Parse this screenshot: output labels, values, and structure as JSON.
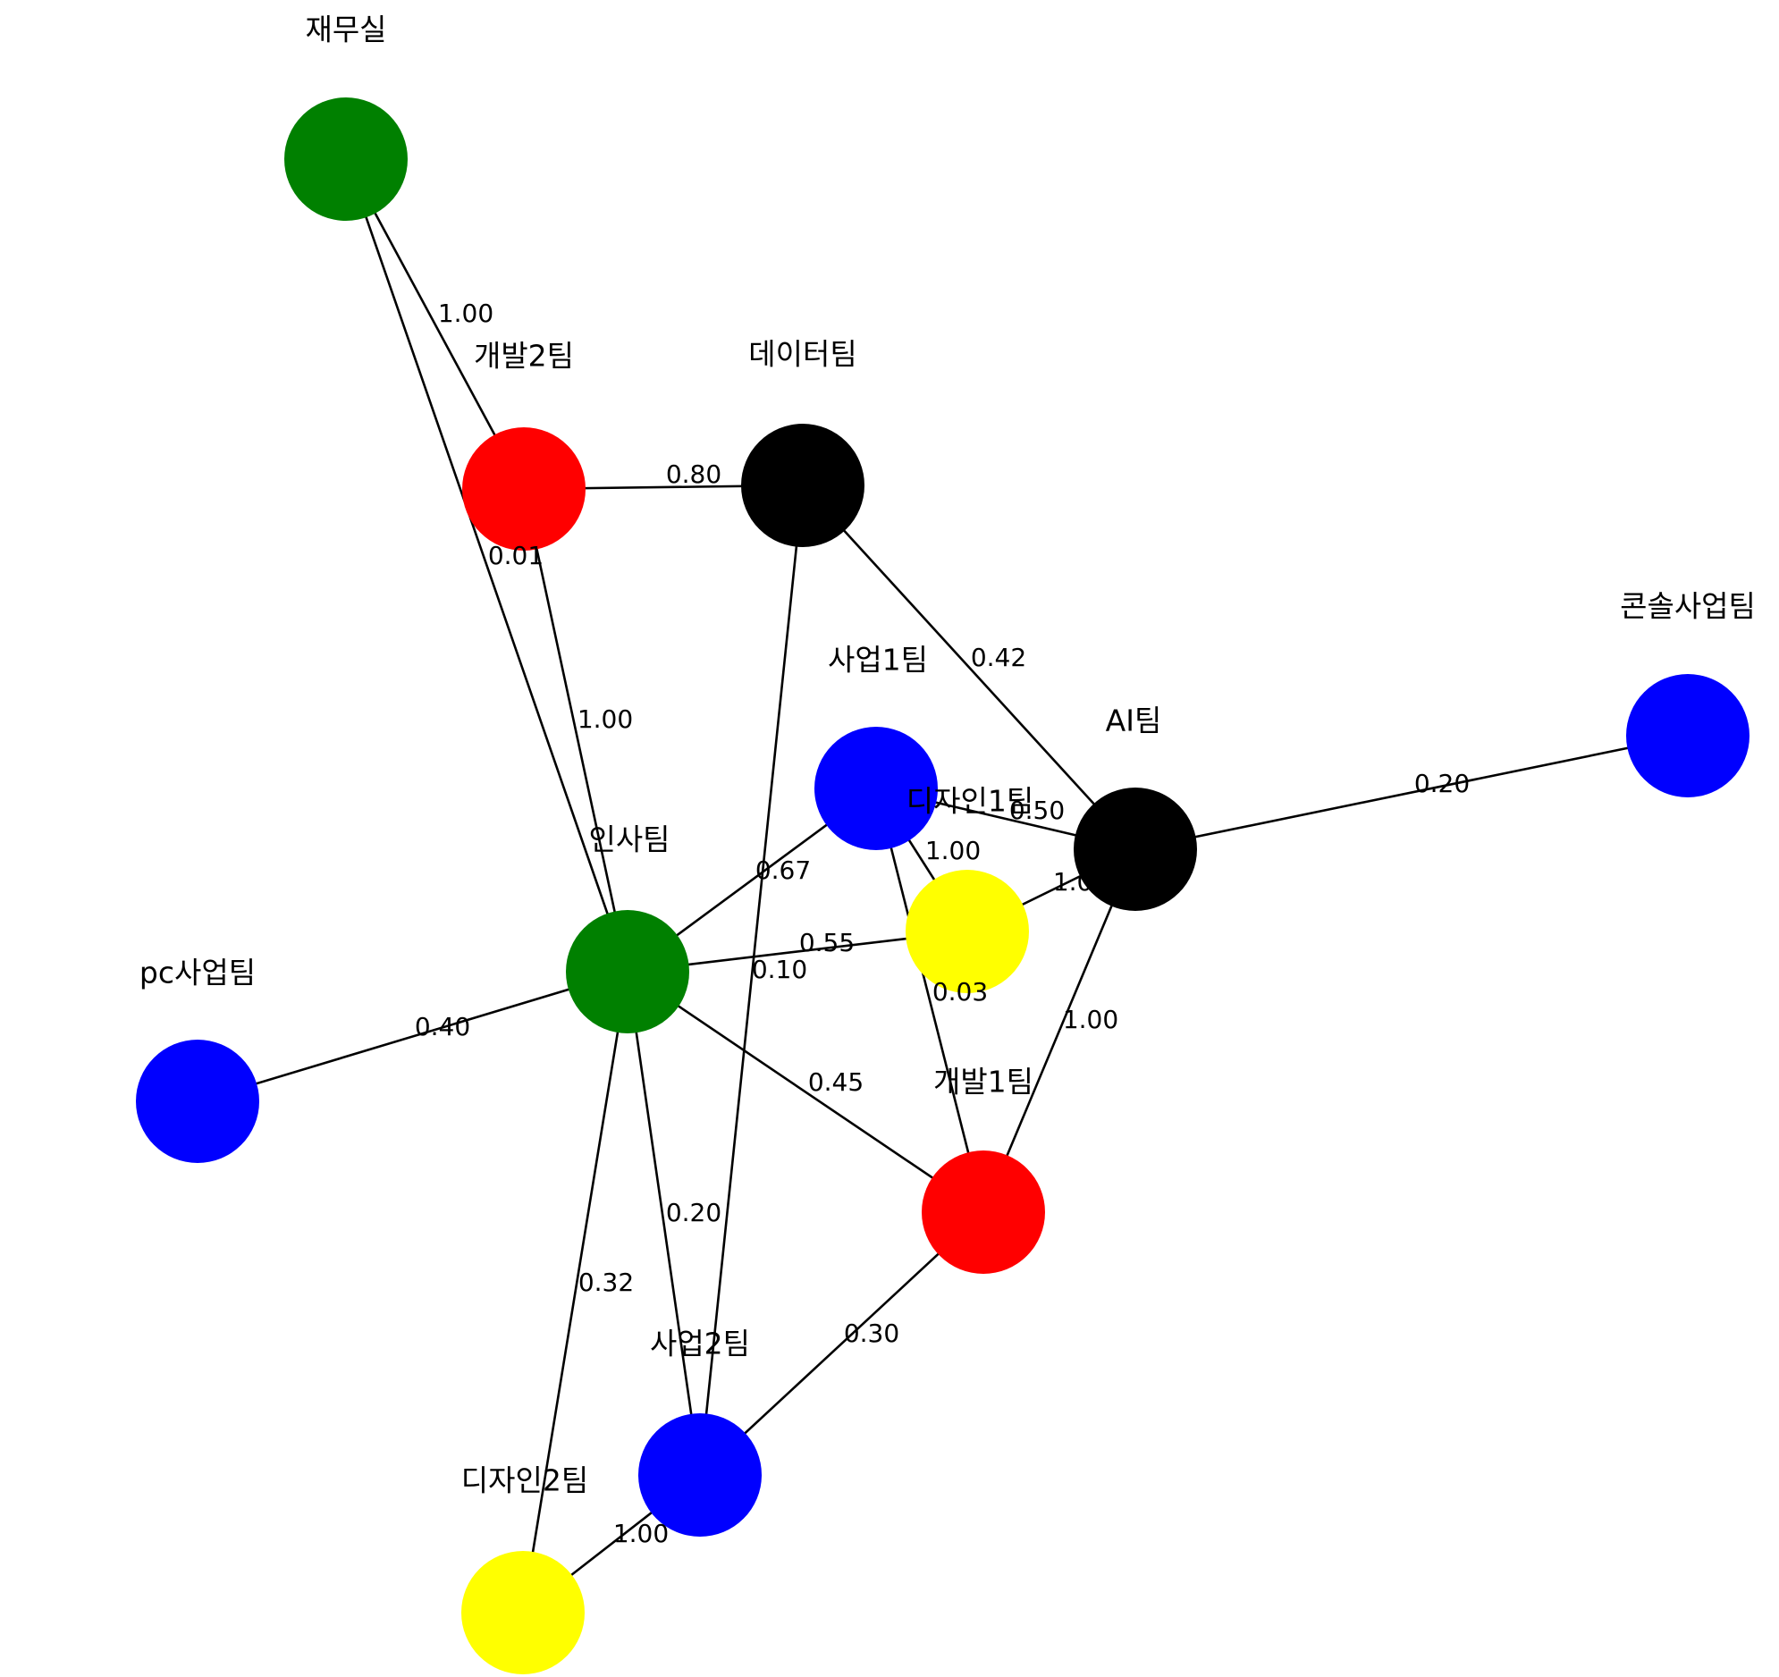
{
  "nodes": [
    {
      "id": "finance",
      "label": "재무실",
      "color": "#008000"
    },
    {
      "id": "dev2",
      "label": "개발2팀",
      "color": "#ff0000"
    },
    {
      "id": "data",
      "label": "데이터팀",
      "color": "#000000"
    },
    {
      "id": "biz1",
      "label": "사업1팀",
      "color": "#0000ff"
    },
    {
      "id": "ai",
      "label": "AI팀",
      "color": "#000000"
    },
    {
      "id": "console",
      "label": "콘솔사업팀",
      "color": "#0000ff"
    },
    {
      "id": "design1",
      "label": "디자인1팀",
      "color": "#ffff00"
    },
    {
      "id": "hr",
      "label": "인사팀",
      "color": "#008000"
    },
    {
      "id": "pc",
      "label": "pc사업팀",
      "color": "#0000ff"
    },
    {
      "id": "dev1",
      "label": "개발1팀",
      "color": "#ff0000"
    },
    {
      "id": "biz2",
      "label": "사업2팀",
      "color": "#0000ff"
    },
    {
      "id": "design2",
      "label": "디자인2팀",
      "color": "#ffff00"
    }
  ],
  "edges": [
    {
      "source": "finance",
      "target": "dev2",
      "weight": "1.00"
    },
    {
      "source": "finance",
      "target": "hr",
      "weight": "0.01"
    },
    {
      "source": "dev2",
      "target": "data",
      "weight": "0.80"
    },
    {
      "source": "dev2",
      "target": "hr",
      "weight": "1.00"
    },
    {
      "source": "data",
      "target": "ai",
      "weight": "0.42"
    },
    {
      "source": "data",
      "target": "biz2",
      "weight": "0.10"
    },
    {
      "source": "ai",
      "target": "console",
      "weight": "0.20"
    },
    {
      "source": "biz1",
      "target": "ai",
      "weight": "0.50"
    },
    {
      "source": "biz1",
      "target": "design1",
      "weight": "1.00"
    },
    {
      "source": "design1",
      "target": "ai",
      "weight": "1.00"
    },
    {
      "source": "hr",
      "target": "biz1",
      "weight": "0.67"
    },
    {
      "source": "hr",
      "target": "design1",
      "weight": "0.55"
    },
    {
      "source": "biz1",
      "target": "dev1",
      "weight": "0.03"
    },
    {
      "source": "ai",
      "target": "dev1",
      "weight": "1.00"
    },
    {
      "source": "pc",
      "target": "hr",
      "weight": "0.40"
    },
    {
      "source": "hr",
      "target": "dev1",
      "weight": "0.45"
    },
    {
      "source": "hr",
      "target": "biz2",
      "weight": "0.20"
    },
    {
      "source": "hr",
      "target": "design2",
      "weight": "0.32"
    },
    {
      "source": "dev1",
      "target": "biz2",
      "weight": "0.30"
    },
    {
      "source": "biz2",
      "target": "design2",
      "weight": "1.00"
    }
  ]
}
